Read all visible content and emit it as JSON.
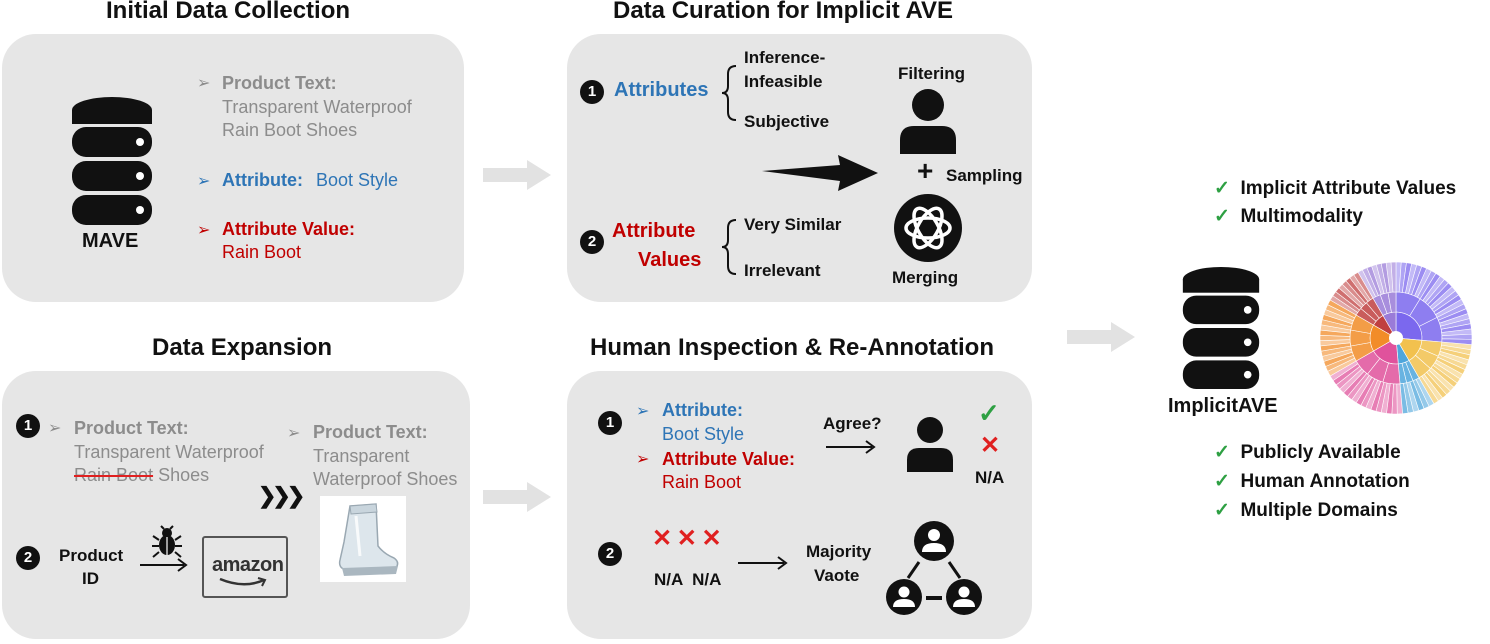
{
  "titles": {
    "initial": "Initial Data Collection",
    "curation": "Data Curation for Implicit AVE",
    "expansion": "Data Expansion",
    "inspection": "Human Inspection & Re-Annotation"
  },
  "initial": {
    "db_label": "MAVE",
    "bullet": "➢",
    "product_text_label": "Product Text:",
    "product_text_line1": "Transparent Waterproof",
    "product_text_line2": "Rain Boot Shoes",
    "attribute_label": "Attribute:",
    "attribute_value": "Boot Style",
    "attr_value_label": "Attribute Value:",
    "attr_value_value": "Rain Boot"
  },
  "curation": {
    "step1": "1",
    "step2": "2",
    "attributes": "Attributes",
    "inference_l1": "Inference-",
    "inference_l2": "Infeasible",
    "subjective": "Subjective",
    "attr_values_l1": "Attribute",
    "attr_values_l2": "Values",
    "very_similar": "Very Similar",
    "irrelevant": "Irrelevant",
    "filtering": "Filtering",
    "plus": "+",
    "sampling": "Sampling",
    "merging": "Merging"
  },
  "expansion": {
    "step1": "1",
    "step2": "2",
    "bullet": "➢",
    "pt_label": "Product Text:",
    "pt_line1": "Transparent Waterproof",
    "pt_strike": "Rain Boot",
    "pt_rest": " Shoes",
    "pt2_label": "Product Text:",
    "pt2_line1": "Transparent",
    "pt2_line2": "Waterproof Shoes",
    "chevrons": "❯❯❯",
    "product_id_l1": "Product",
    "product_id_l2": "ID",
    "amazon": "amazon"
  },
  "inspection": {
    "step1": "1",
    "step2": "2",
    "bullet": "➢",
    "attribute_label": "Attribute:",
    "attribute_value": "Boot Style",
    "attr_value_label": "Attribute Value:",
    "attr_value_value": "Rain Boot",
    "agree": "Agree?",
    "check": "✓",
    "cross": "✕",
    "na": "N/A",
    "crosses": "✕ ✕ ✕",
    "na_pair": "N/A  N/A",
    "majority_l1": "Majority",
    "majority_l2": "Vaote"
  },
  "result": {
    "top_features": [
      "Implicit Attribute Values",
      "Multimodality"
    ],
    "db_label": "ImplicitAVE",
    "bottom_features": [
      "Publicly Available",
      "Human Annotation",
      "Multiple Domains"
    ],
    "check": "✓"
  },
  "colors": {
    "panel": "#e6e6e6",
    "blue": "#2e75b6",
    "red": "#c00000",
    "gray": "#8c8c8c",
    "check": "#2ea043",
    "cross": "#e02020"
  },
  "icons": [
    "database-icon",
    "person-icon",
    "openai-icon",
    "bug-icon",
    "boot-image",
    "group-icon",
    "sunburst-chart",
    "arrow-icon"
  ]
}
